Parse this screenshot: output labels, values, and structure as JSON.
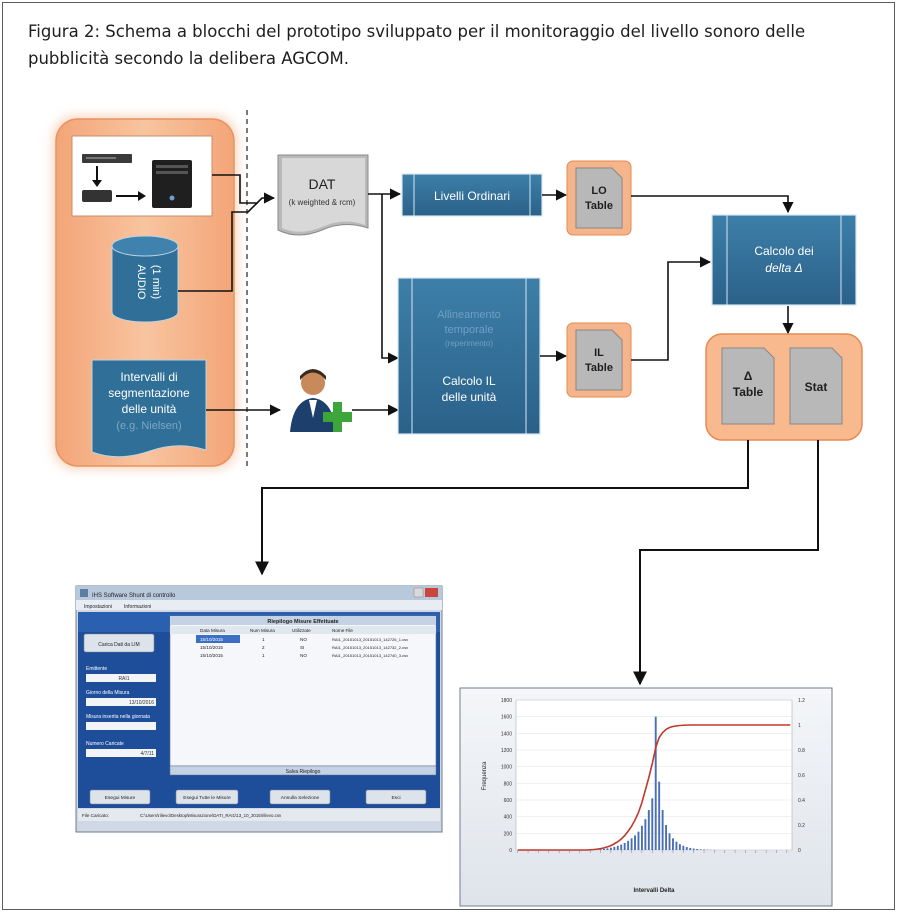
{
  "caption": "Figura 2: Schema a blocchi del prototipo sviluppato per il monitoraggio del livello sonoro delle pubblicità secondo la delibera AGCOM.",
  "diagram": {
    "audio_label": "AUDIO",
    "audio_duration": "(1 min)",
    "segments_doc": {
      "line1": "Intervalli di",
      "line2": "segmentazione",
      "line3": "delle unità",
      "line4": "(e.g. Nielsen)"
    },
    "dat_doc": {
      "title": "DAT",
      "subtitle": "(k weighted & rcm)"
    },
    "levels_box": "Livelli Ordinari",
    "lo_table": {
      "line1": "LO",
      "line2": "Table"
    },
    "alignment_box": {
      "line1": "Allineamento",
      "line2": "temporale",
      "line3": "(reperimento)",
      "line4": "Calcolo IL",
      "line5": "delle unità"
    },
    "il_table": {
      "line1": "IL",
      "line2": "Table"
    },
    "delta_calc": {
      "line1": "Calcolo dei",
      "line2": "delta Δ"
    },
    "delta_table": {
      "line1": "Δ",
      "line2": "Table"
    },
    "stat_doc": "Stat"
  },
  "app_window": {
    "title": "IHS Software Shunt di controllo",
    "menu": [
      "Impostazioni",
      "Informazioni"
    ],
    "load_button": "Carica Dati da LIM",
    "field_emittente_label": "Emittente",
    "field_emittente_value": "RAI1",
    "field_giorno_label": "Giorno della Misura",
    "field_giorno_value": "13/10/2016",
    "field_misura_label": "Misura inserita nella giornata",
    "field_misura_value": "",
    "field_numero_label": "Numero Caricate",
    "field_numero_value": "4/7/11",
    "table_title": "Riepilogo Misure Effettuate",
    "table_headers": [
      "Data Misura",
      "Num Misura",
      "Utilizzate",
      "Nome File"
    ],
    "table_rows": [
      [
        "15/10/2015",
        "1",
        "NO",
        "RAI1_20151013_20151013_142726_1.csv"
      ],
      [
        "15/10/2015",
        "2",
        "SI",
        "RAI1_20151013_20151013_142732_2.csv"
      ],
      [
        "15/10/2015",
        "1",
        "NO",
        "RAI1_20151013_20151013_142740_3.csv"
      ]
    ],
    "summary_button": "Salva Riepilogo",
    "bottom_buttons": [
      "Esegui Misure",
      "Esegui Tutte le Misure",
      "Annulla Selezione",
      "Esci"
    ],
    "status_label": "File Caricato:",
    "status_path": "C:\\Users\\rilievo\\Desktop\\Misurazione\\DATI_RAI1\\13_10_2015\\rilievo.csv"
  },
  "chart_data": {
    "type": "bar",
    "xlabel": "Intervalli Delta",
    "ylabel": "Frequenza",
    "ylim": [
      0,
      1800
    ],
    "yticks": [
      0,
      200,
      400,
      600,
      800,
      1000,
      1200,
      1400,
      1600,
      1800
    ],
    "y2lim": [
      0,
      1.2
    ],
    "y2ticks": [
      0,
      0.2,
      0.4,
      0.6,
      0.8,
      1,
      1.2
    ],
    "grid": true,
    "bar_color": "#4a6fb5",
    "line_color": "#c0392b",
    "series": [
      {
        "type": "bar",
        "values": [
          0,
          0,
          0,
          0,
          0,
          0,
          0,
          0,
          0,
          0,
          0,
          0,
          0,
          0,
          0,
          0,
          0,
          0,
          0,
          0,
          0,
          2,
          4,
          6,
          10,
          14,
          20,
          28,
          38,
          50,
          65,
          85,
          110,
          140,
          175,
          220,
          290,
          370,
          480,
          620,
          1600,
          820,
          480,
          300,
          200,
          140,
          100,
          70,
          50,
          35,
          25,
          18,
          12,
          8,
          6,
          4,
          2,
          1,
          0,
          0,
          0,
          0,
          0,
          0,
          0,
          0,
          0,
          0,
          0,
          0,
          0,
          0,
          0,
          0,
          0,
          0,
          0,
          0,
          0,
          0
        ]
      },
      {
        "type": "line",
        "axis": "secondary",
        "values": [
          0,
          0,
          0,
          0,
          0,
          0,
          0,
          0,
          0,
          0,
          0,
          0,
          0,
          0,
          0,
          0,
          0,
          0,
          0,
          0,
          0,
          0.002,
          0.004,
          0.007,
          0.011,
          0.017,
          0.025,
          0.035,
          0.05,
          0.066,
          0.088,
          0.115,
          0.15,
          0.19,
          0.24,
          0.3,
          0.38,
          0.48,
          0.58,
          0.69,
          0.82,
          0.9,
          0.94,
          0.965,
          0.98,
          0.988,
          0.993,
          0.996,
          0.998,
          0.999,
          1,
          1,
          1,
          1,
          1,
          1,
          1,
          1,
          1,
          1,
          1,
          1,
          1,
          1,
          1,
          1,
          1,
          1,
          1,
          1,
          1,
          1,
          1,
          1,
          1,
          1,
          1,
          1,
          1,
          1
        ]
      }
    ]
  }
}
